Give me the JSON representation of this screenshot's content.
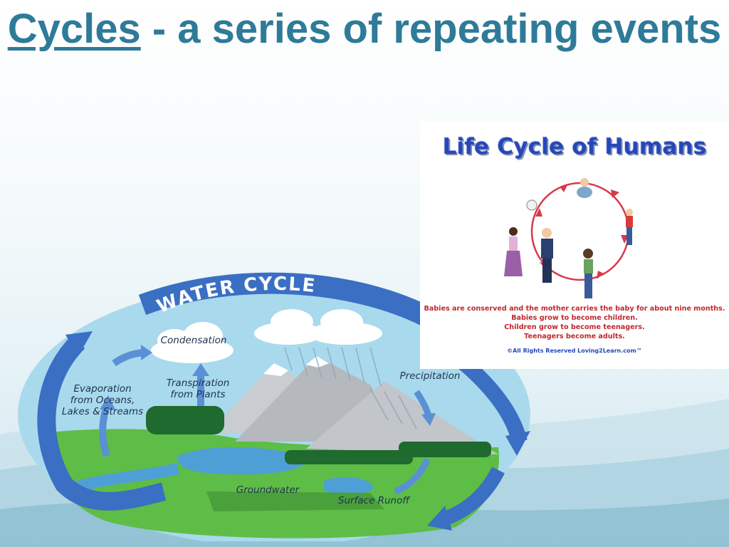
{
  "slide": {
    "title_term": "Cycles",
    "title_rest": " - a series of repeating events"
  },
  "life_cycle": {
    "title": "Life Cycle of Humans",
    "caption_lines": [
      "Babies are conserved and the mother carries the baby for about nine months.",
      "Babies grow to become children.",
      "Children grow to become teenagers.",
      "Teenagers become adults."
    ],
    "copyright": "©All Rights Reserved Loving2Learn.com™"
  },
  "water_cycle": {
    "title": "WATER CYCLE",
    "labels": {
      "condensation": "Condensation",
      "evaporation": "Evaporation from Oceans, Lakes & Streams",
      "transpiration": "Transpiration from Plants",
      "precipitation": "Precipitation",
      "groundwater": "Groundwater",
      "surface_runoff": "Surface Runoff"
    }
  },
  "colors": {
    "title": "#2e7b99",
    "life_title": "#2747b8",
    "life_caption": "#c1272d",
    "water_sky": "#a9d9ec",
    "water_arrow": "#3a6fc4"
  }
}
